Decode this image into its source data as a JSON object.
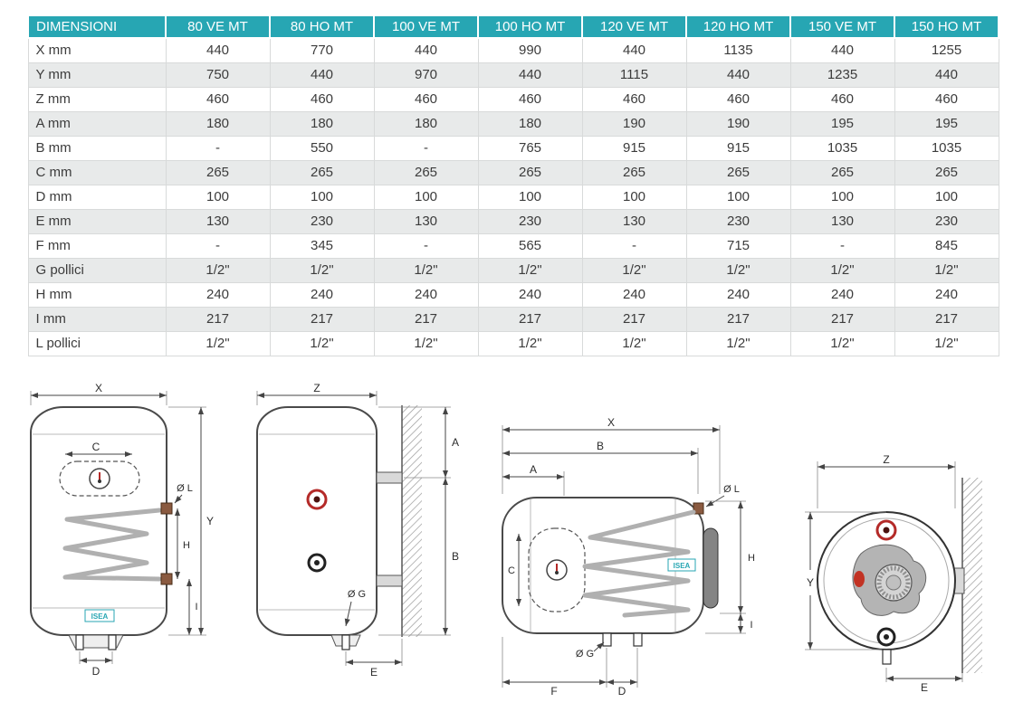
{
  "table": {
    "header": [
      "DIMENSIONI",
      "80 VE MT",
      "80 HO MT",
      "100 VE MT",
      "100 HO MT",
      "120 VE MT",
      "120 HO MT",
      "150 VE MT",
      "150 HO MT"
    ],
    "rows": [
      {
        "label": "X mm",
        "values": [
          "440",
          "770",
          "440",
          "990",
          "440",
          "1135",
          "440",
          "1255"
        ]
      },
      {
        "label": "Y mm",
        "values": [
          "750",
          "440",
          "970",
          "440",
          "1115",
          "440",
          "1235",
          "440"
        ]
      },
      {
        "label": "Z mm",
        "values": [
          "460",
          "460",
          "460",
          "460",
          "460",
          "460",
          "460",
          "460"
        ]
      },
      {
        "label": "A mm",
        "values": [
          "180",
          "180",
          "180",
          "180",
          "190",
          "190",
          "195",
          "195"
        ]
      },
      {
        "label": "B mm",
        "values": [
          "-",
          "550",
          "-",
          "765",
          "915",
          "915",
          "1035",
          "1035"
        ]
      },
      {
        "label": "C mm",
        "values": [
          "265",
          "265",
          "265",
          "265",
          "265",
          "265",
          "265",
          "265"
        ]
      },
      {
        "label": "D mm",
        "values": [
          "100",
          "100",
          "100",
          "100",
          "100",
          "100",
          "100",
          "100"
        ]
      },
      {
        "label": "E mm",
        "values": [
          "130",
          "230",
          "130",
          "230",
          "130",
          "230",
          "130",
          "230"
        ]
      },
      {
        "label": "F mm",
        "values": [
          "-",
          "345",
          "-",
          "565",
          "-",
          "715",
          "-",
          "845"
        ]
      },
      {
        "label": "G pollici",
        "values": [
          "1/2\"",
          "1/2\"",
          "1/2\"",
          "1/2\"",
          "1/2\"",
          "1/2\"",
          "1/2\"",
          "1/2\""
        ]
      },
      {
        "label": "H mm",
        "values": [
          "240",
          "240",
          "240",
          "240",
          "240",
          "240",
          "240",
          "240"
        ]
      },
      {
        "label": "I mm",
        "values": [
          "217",
          "217",
          "217",
          "217",
          "217",
          "217",
          "217",
          "217"
        ]
      },
      {
        "label": "L pollici",
        "values": [
          "1/2\"",
          "1/2\"",
          "1/2\"",
          "1/2\"",
          "1/2\"",
          "1/2\"",
          "1/2\"",
          "1/2\""
        ]
      }
    ]
  },
  "diagrams": {
    "labels": {
      "x": "X",
      "y": "Y",
      "z": "Z",
      "a": "A",
      "b": "B",
      "c": "C",
      "d": "D",
      "e": "E",
      "f": "F",
      "h": "H",
      "i": "I",
      "diameter_l": "Ø L",
      "diameter_g": "Ø G",
      "brand": "ISEA"
    }
  },
  "colors": {
    "header_teal": "#27a6b3",
    "row_alt": "#e8eaea",
    "accent_red": "#b42a28",
    "line": "#3a3a3a"
  }
}
